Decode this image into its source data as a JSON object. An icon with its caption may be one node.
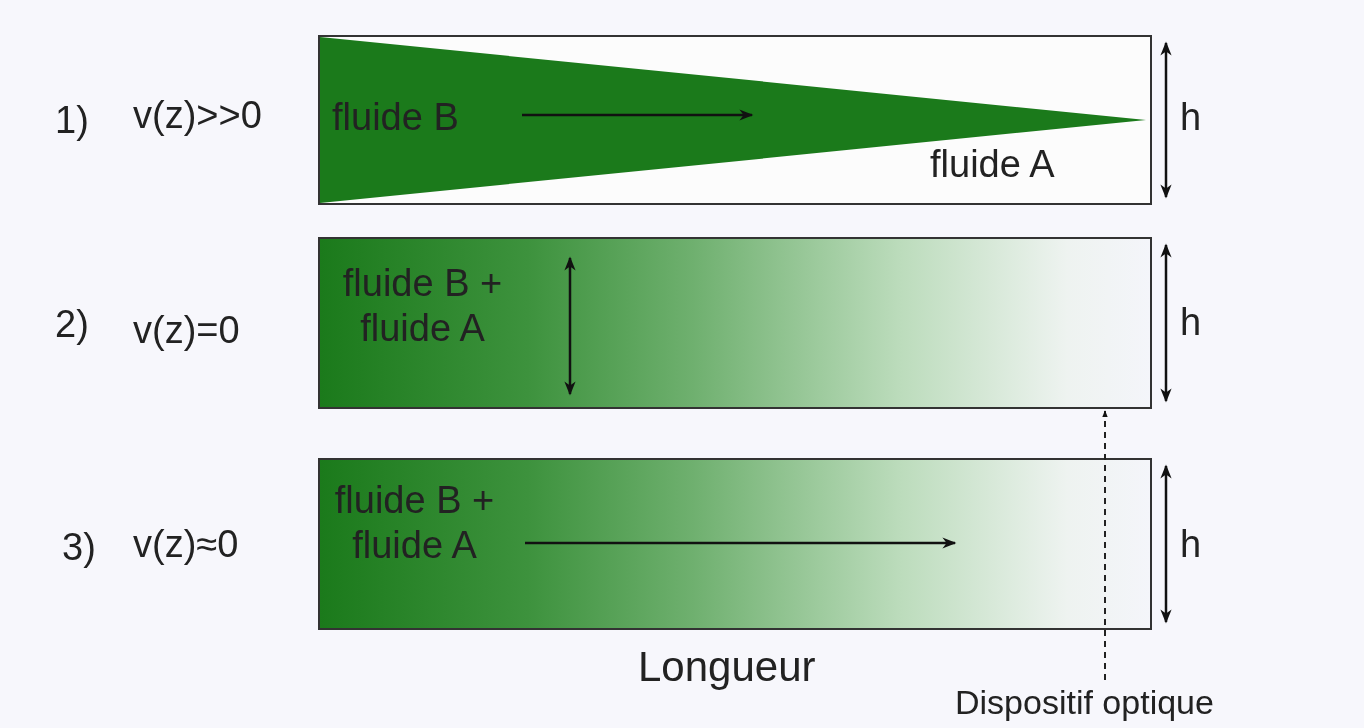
{
  "diagram": {
    "nodes": [
      {
        "text": [
          "fluide B",
          "fluide A"
        ]
      },
      {
        "text": [
          "fluide B + fluide A"
        ]
      },
      {
        "text": [
          "fluide B + fluide A"
        ]
      },
      {
        "text": [
          "Dispositif optique"
        ]
      }
    ],
    "edges": [
      {
        "from": 3,
        "to": 1,
        "arrow": "to",
        "style": "dashed"
      }
    ],
    "labels": [
      "1)",
      "v(z)>>0",
      "h",
      "2)",
      "v(z)=0",
      "h",
      "3)",
      "v(z)≈0",
      "h",
      "Longueur"
    ]
  }
}
